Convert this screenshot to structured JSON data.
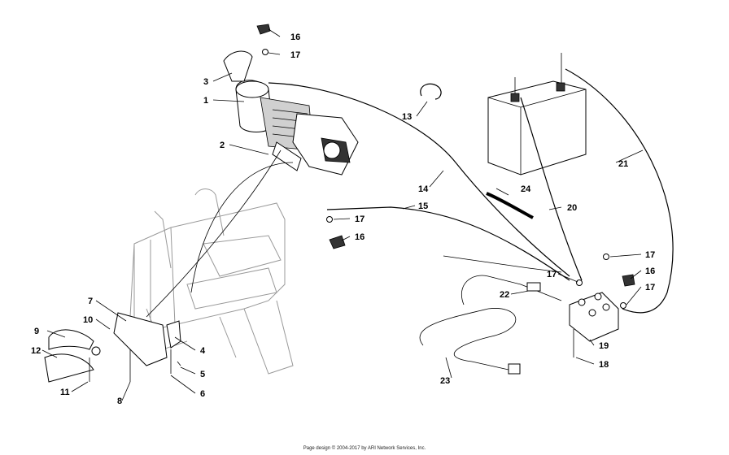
{
  "footer": "Page design © 2004-2017 by ARI Network Services, Inc.",
  "callouts": [
    "16",
    "17",
    "3",
    "1",
    "2",
    "13",
    "14",
    "24",
    "20",
    "21",
    "15",
    "17",
    "16",
    "17",
    "17",
    "16",
    "17",
    "22",
    "7",
    "10",
    "9",
    "12",
    "11",
    "8",
    "4",
    "5",
    "6",
    "19",
    "18",
    "23"
  ]
}
